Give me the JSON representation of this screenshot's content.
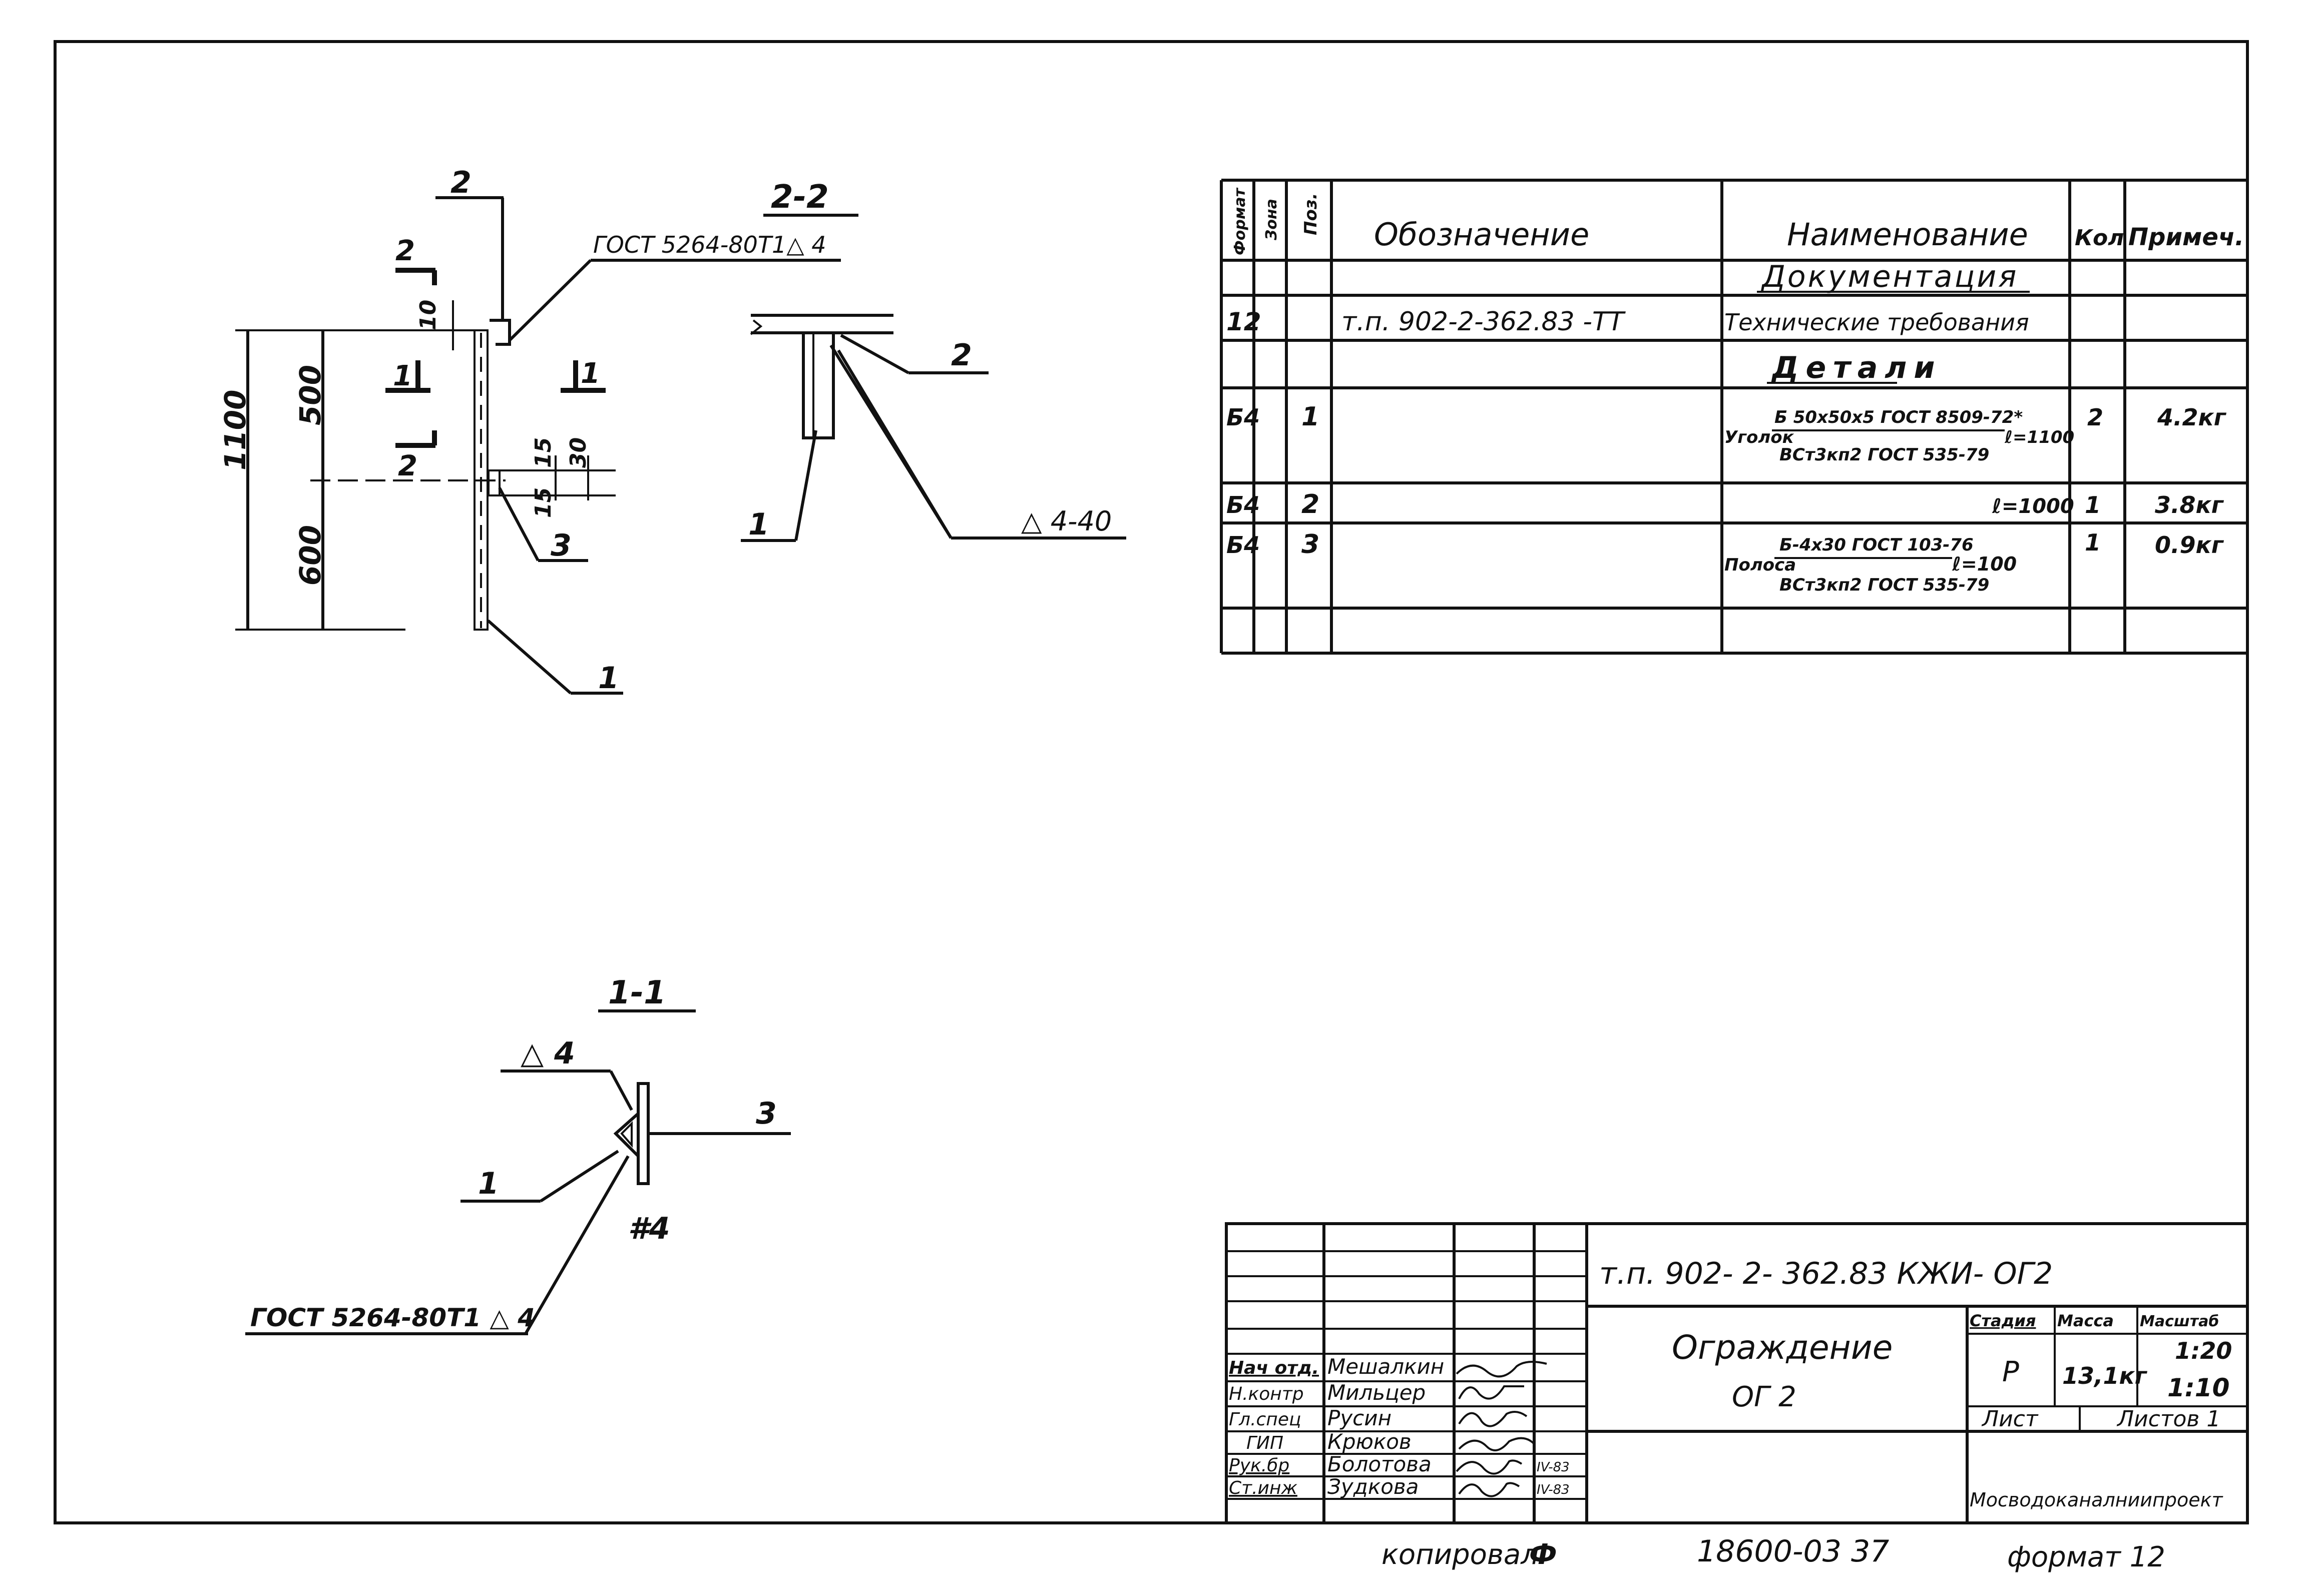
{
  "drawing": {
    "labels": {
      "callout_2_top": "2",
      "section_2_title": "2-2",
      "gost_top": "ГОСТ 5264-80Т1△ 4",
      "cut_2_upper": "2",
      "cut_2_lower": "2",
      "cut_1_left": "1",
      "cut_1_right": "1",
      "dim_10": "10",
      "dim_500": "500",
      "dim_600": "600",
      "dim_1100": "1100",
      "dim_15a": "15",
      "dim_30": "30",
      "dim_15b": "15",
      "pos_3_side": "3",
      "pos_1_side": "1",
      "sec22_pos_2": "2",
      "sec22_pos_1": "1",
      "sec22_weld": "△ 4-40",
      "section_1_title": "1-1",
      "sec11_weld": "△ 4",
      "sec11_pos_3": "3",
      "sec11_pos_1": "1",
      "sec11_thickness": "#4",
      "gost_bottom": "ГОСТ 5264-80Т1 △ 4"
    }
  },
  "spec_table": {
    "headers": {
      "format": "Формат",
      "zone": "Зона",
      "pos": "Поз.",
      "designation": "Обозначение",
      "name": "Наименование",
      "qty": "Кол",
      "note": "Примеч."
    },
    "section_documentation": "Документация",
    "doc_row": {
      "format": "12",
      "designation": "т.п. 902-2-362.83 -ТТ",
      "name": "Технические требования"
    },
    "section_details": "Детали",
    "rows": [
      {
        "format": "Б4",
        "pos": "1",
        "name_type": "Уголок",
        "name_top": "Б 50х50х5 ГОСТ 8509-72*",
        "name_bottom": "ВСт3кп2 ГОСТ 535-79",
        "length": "ℓ=1100",
        "qty": "2",
        "note": "4.2кг"
      },
      {
        "format": "Б4",
        "pos": "2",
        "name_type": "",
        "name_top": "",
        "name_bottom": "",
        "length": "ℓ=1000",
        "qty": "1",
        "note": "3.8кг"
      },
      {
        "format": "Б4",
        "pos": "3",
        "name_type": "Полоса",
        "name_top": "Б-4х30 ГОСТ 103-76",
        "name_bottom": "ВСт3кп2 ГОСТ 535-79",
        "length": "ℓ=100",
        "qty": "1",
        "note": "0.9кг"
      }
    ]
  },
  "title_block": {
    "doc_code": "т.п. 902- 2- 362.83  КЖИ- ОГ2",
    "title_line1": "Ограждение",
    "title_line2": "ОГ 2",
    "stage_label": "Стадия",
    "mass_label": "Масса",
    "scale_label": "Масштаб",
    "stage_value": "Р",
    "mass_value": "13,1кг",
    "scale_1": "1:20",
    "scale_2": "1:10",
    "sheet_label": "Лист",
    "sheets_label": "Листов 1",
    "organization": "Мосводоканалниипроект",
    "roles": [
      {
        "role": "Нач отд.",
        "name": "Мешалкин",
        "date": ""
      },
      {
        "role": "Н.контр",
        "name": "Мильцер",
        "date": ""
      },
      {
        "role": "Гл.спец",
        "name": "Русин",
        "date": ""
      },
      {
        "role": "ГИП",
        "name": "Крюков",
        "date": ""
      },
      {
        "role": "Рук.бр",
        "name": "Болотова",
        "date": "IV-83"
      },
      {
        "role": "Ст.инж",
        "name": "Зудкова",
        "date": "IV-83"
      }
    ]
  },
  "footer": {
    "copied_by": "копировал:",
    "copied_sign": "Ф",
    "archive_no": "18600-03  37",
    "format": "формат 12"
  }
}
